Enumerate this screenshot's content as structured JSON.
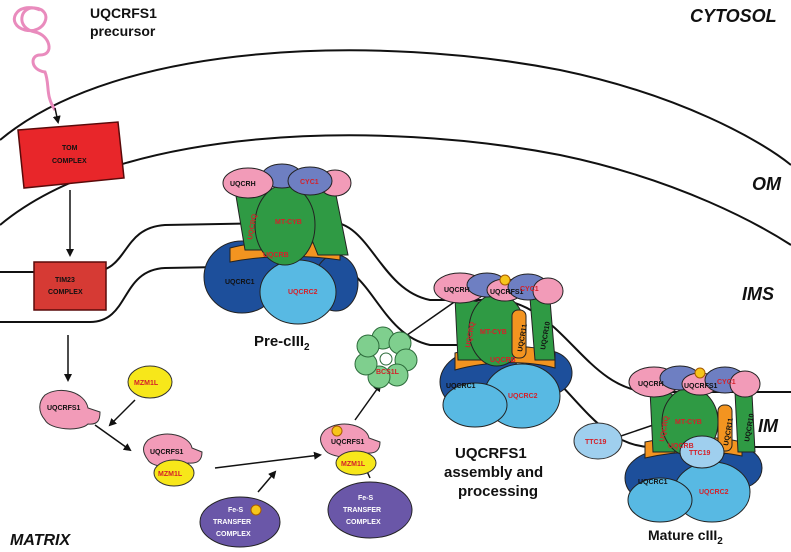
{
  "regions": {
    "cytosol": "CYTOSOL",
    "om": "OM",
    "ims": "IMS",
    "im": "IM",
    "matrix": "MATRIX"
  },
  "precursor": {
    "line1": "UQCRFS1",
    "line2": "precursor"
  },
  "tom": {
    "line1": "TOM",
    "line2": "COMPLEX"
  },
  "tim23": {
    "line1": "TIM23",
    "line2": "COMPLEX"
  },
  "pre_complex": {
    "title": "Pre-cIII",
    "sub": "2",
    "uqcrh": "UQCRH",
    "cyc1": "CYC1",
    "uqcrq": "UQCRQ",
    "mt_cyb": "MT-CYB",
    "uqcrb": "UQCRB",
    "uqcrc1": "UQCRC1",
    "uqcrc2": "UQCRC2"
  },
  "middle_complex": {
    "uqcrh": "UQCRH",
    "uqcrfs1": "UQCRFS1",
    "cyc1": "CYC1",
    "uqcrq": "UQCRQ",
    "mt_cyb": "MT-CYB",
    "uqcr11": "UQCR11",
    "uqcr10": "UQCR10",
    "uqcrb": "UQCRB",
    "uqcrc1": "UQCRC1",
    "uqcrc2": "UQCRC2"
  },
  "mature_complex": {
    "title": "Mature cIII",
    "sub": "2",
    "uqcrh": "UQCRH",
    "uqcrfs1": "UQCRFS1",
    "cyc1": "CYC1",
    "uqcrq": "UQCRQ",
    "mt_cyb": "MT-CYB",
    "uqcr11": "UQCR11",
    "uqcr10": "UQCR10",
    "ttc19": "TTC19",
    "uqcrb": "UQCRB",
    "uqcrc1": "UQCRC1",
    "uqcrc2": "UQCRC2"
  },
  "bcs1l": "BCS1L",
  "ttc19": "TTC19",
  "mzm1l": "MZM1L",
  "uqcrfs1": "UQCRFS1",
  "fes_left": {
    "line1": "Fe-S",
    "line2": "TRANSFER",
    "line3": "COMPLEX"
  },
  "fes_right": {
    "line1": "Fe-S",
    "line2": "TRANSFER",
    "line3": "COMPLEX"
  },
  "assembly": {
    "line1": "UQCRFS1",
    "line2": "assembly and",
    "line3": "processing"
  },
  "colors": {
    "tom": "#e8262a",
    "tim23": "#d63a34",
    "precursor": "#e98bbd",
    "pink": "#f29bb8",
    "yellow": "#f7e71a",
    "purple": "#6a57a8",
    "green": "#2f9a44",
    "lightgreen": "#7fcf8e",
    "orange": "#f39420",
    "darkblue": "#1d4f9b",
    "lightblue": "#58b9e3",
    "cyan": "#a9d8f0"
  }
}
